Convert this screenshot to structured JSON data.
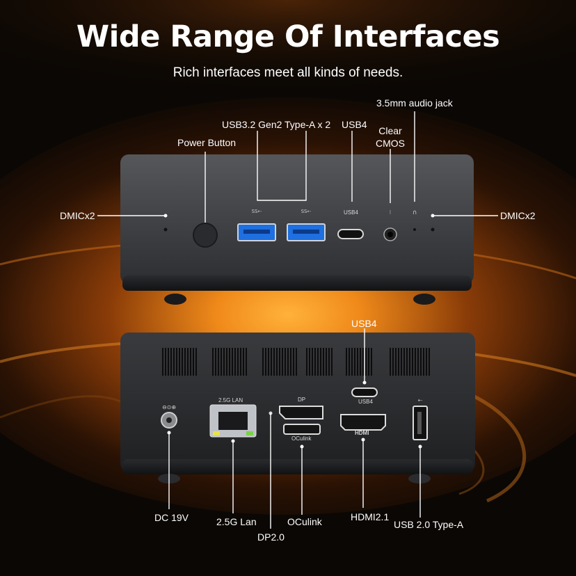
{
  "header": {
    "title": "Wide Range Of Interfaces",
    "subtitle": "Rich interfaces meet all kinds of needs."
  },
  "front_panel": {
    "callouts": {
      "power_button": "Power Button",
      "usb32": "USB3.2 Gen2 Type-A x 2",
      "usb4": "USB4",
      "clear_cmos_line1": "Clear",
      "clear_cmos_line2": "CMOS",
      "audio_jack": "3.5mm audio jack",
      "dmic_left": "DMICx2",
      "dmic_right": "DMICx2"
    },
    "port_marks": {
      "usb4": "USB4"
    }
  },
  "rear_panel": {
    "callouts": {
      "usb4": "USB4",
      "dc": "DC 19V",
      "lan": "2.5G Lan",
      "dp": "DP2.0",
      "oculink": "OCulink",
      "hdmi": "HDMI2.1",
      "usb2": "USB 2.0 Type-A"
    },
    "port_marks": {
      "lan": "2.5G LAN",
      "dp": "DP",
      "oculink": "OCulink",
      "usb4": "USB4",
      "hdmi": "HDMI"
    }
  },
  "colors": {
    "background": "#0b0704",
    "glow": "#f08a1a",
    "chassis": "#3a3b3e",
    "usb3_blue": "#1e6fe0",
    "text": "#ffffff"
  }
}
